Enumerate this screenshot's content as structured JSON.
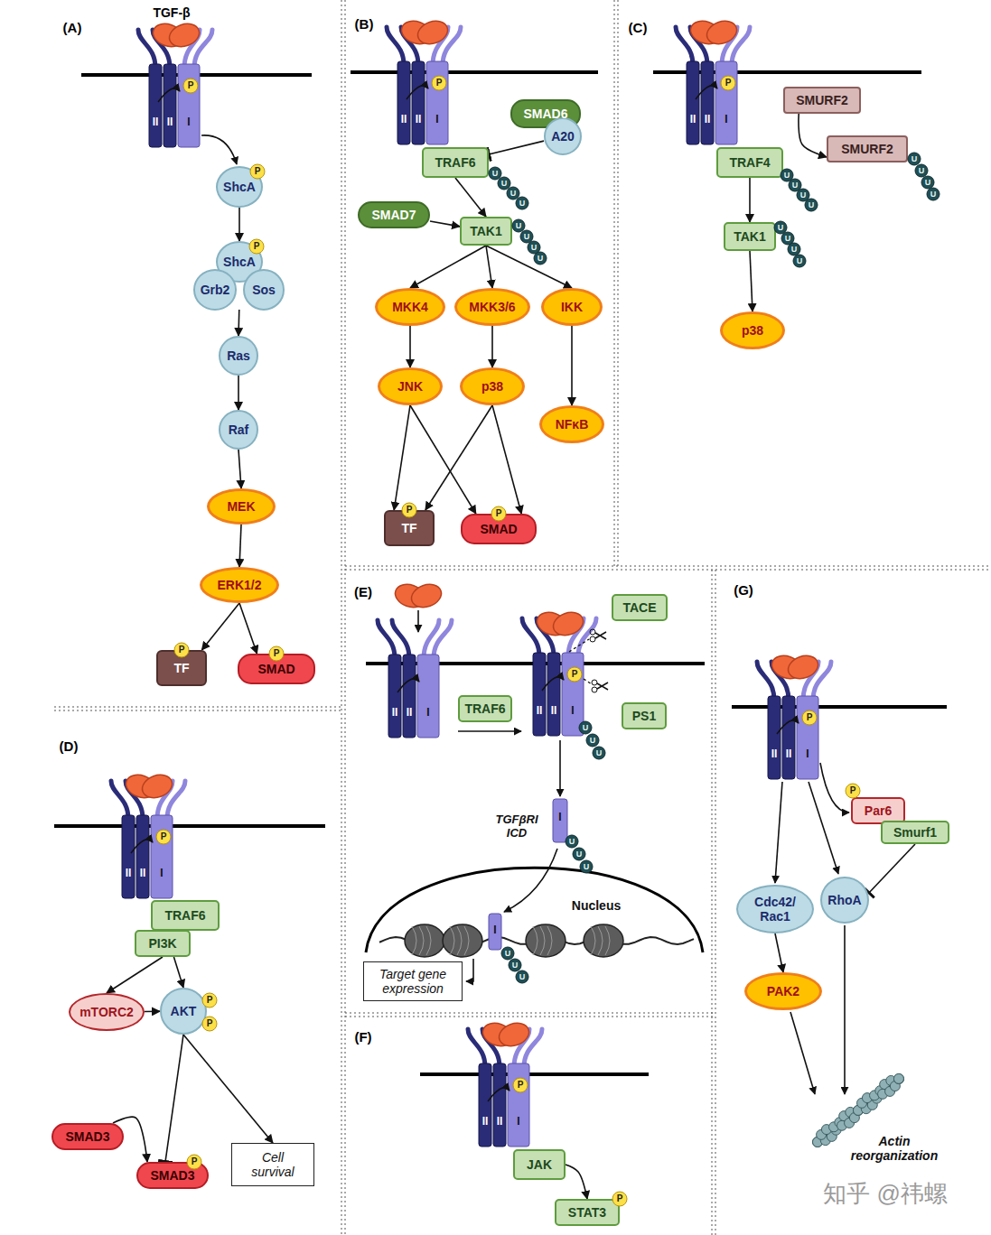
{
  "diagram": {
    "nodes": [
      {
        "text": [
          "ShcA"
        ]
      },
      {
        "text": [
          "ShcA"
        ]
      },
      {
        "text": [
          "Grb2"
        ]
      },
      {
        "text": [
          "Sos"
        ]
      },
      {
        "text": [
          "Ras"
        ]
      },
      {
        "text": [
          "Raf"
        ]
      },
      {
        "text": [
          "MEK"
        ]
      },
      {
        "text": [
          "ERK1/2"
        ]
      },
      {
        "text": [
          "TF"
        ]
      },
      {
        "text": [
          "SMAD"
        ]
      },
      {
        "text": [
          "SMAD6"
        ]
      },
      {
        "text": [
          "A20"
        ]
      },
      {
        "text": [
          "TRAF6"
        ]
      },
      {
        "text": [
          "SMAD7"
        ]
      },
      {
        "text": [
          "TAK1"
        ]
      },
      {
        "text": [
          "MKK4"
        ]
      },
      {
        "text": [
          "MKK3/6"
        ]
      },
      {
        "text": [
          "IKK"
        ]
      },
      {
        "text": [
          "JNK"
        ]
      },
      {
        "text": [
          "p38"
        ]
      },
      {
        "text": [
          "NFκB"
        ]
      },
      {
        "text": [
          "TF"
        ]
      },
      {
        "text": [
          "SMAD"
        ]
      },
      {
        "text": [
          "SMURF2"
        ]
      },
      {
        "text": [
          "SMURF2"
        ]
      },
      {
        "text": [
          "TRAF4"
        ]
      },
      {
        "text": [
          "TAK1"
        ]
      },
      {
        "text": [
          "p38"
        ]
      },
      {
        "text": [
          "TRAF6"
        ]
      },
      {
        "text": [
          "PI3K"
        ]
      },
      {
        "text": [
          "mTORC2"
        ]
      },
      {
        "text": [
          "AKT"
        ]
      },
      {
        "text": [
          "SMAD3"
        ]
      },
      {
        "text": [
          "SMAD3"
        ]
      },
      {
        "text": [
          "Cell survival"
        ]
      },
      {
        "text": [
          "TRAF6"
        ]
      },
      {
        "text": [
          "TACE"
        ]
      },
      {
        "text": [
          "PS1"
        ]
      },
      {
        "text": [
          "Target gene expression"
        ]
      },
      {
        "text": [
          "JAK"
        ]
      },
      {
        "text": [
          "STAT3"
        ]
      },
      {
        "text": [
          "Par6"
        ]
      },
      {
        "text": [
          "Smurf1"
        ]
      },
      {
        "text": [
          "Cdc42/ Rac1"
        ]
      },
      {
        "text": [
          "RhoA"
        ]
      },
      {
        "text": [
          "PAK2"
        ]
      }
    ],
    "edges": [
      {
        "from": 0,
        "to": 1,
        "arrow": "to"
      },
      {
        "from": 2,
        "to": 4,
        "arrow": "to"
      },
      {
        "from": 4,
        "to": 5,
        "arrow": "to"
      },
      {
        "from": 5,
        "to": 6,
        "arrow": "to"
      },
      {
        "from": 6,
        "to": 7,
        "arrow": "to"
      },
      {
        "from": 7,
        "to": 8,
        "arrow": "to"
      },
      {
        "from": 7,
        "to": 9,
        "arrow": "to"
      },
      {
        "from": 11,
        "to": 12,
        "arrow": "to"
      },
      {
        "from": 12,
        "to": 14,
        "arrow": "to"
      },
      {
        "from": 13,
        "to": 14,
        "arrow": "to"
      },
      {
        "from": 14,
        "to": 15,
        "arrow": "to"
      },
      {
        "from": 14,
        "to": 16,
        "arrow": "to"
      },
      {
        "from": 14,
        "to": 17,
        "arrow": "to"
      },
      {
        "from": 15,
        "to": 18,
        "arrow": "to"
      },
      {
        "from": 16,
        "to": 19,
        "arrow": "to"
      },
      {
        "from": 17,
        "to": 20,
        "arrow": "to"
      },
      {
        "from": 18,
        "to": 21,
        "arrow": "to"
      },
      {
        "from": 18,
        "to": 22,
        "arrow": "to"
      },
      {
        "from": 19,
        "to": 21,
        "arrow": "to"
      },
      {
        "from": 19,
        "to": 22,
        "arrow": "to"
      },
      {
        "from": 23,
        "to": 24,
        "arrow": "to"
      },
      {
        "from": 25,
        "to": 26,
        "arrow": "to"
      },
      {
        "from": 26,
        "to": 27,
        "arrow": "to"
      },
      {
        "from": 29,
        "to": 30,
        "arrow": "to"
      },
      {
        "from": 30,
        "to": 31,
        "arrow": "to"
      },
      {
        "from": 29,
        "to": 31,
        "arrow": "to"
      },
      {
        "from": 31,
        "to": 33,
        "arrow": "to"
      },
      {
        "from": 31,
        "to": 34,
        "arrow": "to"
      },
      {
        "from": 32,
        "to": 33,
        "arrow": "to"
      },
      {
        "from": 39,
        "to": 40,
        "arrow": "to"
      },
      {
        "from": 42,
        "to": 44,
        "arrow": "to"
      },
      {
        "from": 43,
        "to": 45,
        "arrow": "to"
      }
    ],
    "labels": [
      "(A)",
      "TGF-β",
      "II",
      "II",
      "I",
      "P",
      "P",
      "P",
      "P",
      "P",
      "(B)",
      "II",
      "II",
      "I",
      "P",
      "U",
      "U",
      "U",
      "U",
      "U",
      "U",
      "U",
      "U",
      "P",
      "P",
      "(C)",
      "II",
      "II",
      "I",
      "P",
      "U",
      "U",
      "U",
      "U",
      "U",
      "U",
      "U",
      "U",
      "U",
      "U",
      "U",
      "U",
      "(D)",
      "II",
      "II",
      "I",
      "P",
      "P",
      "P",
      "P",
      "(E)",
      "II",
      "II",
      "I",
      "II",
      "II",
      "I",
      "P",
      "U",
      "U",
      "U",
      "TGFβRI ICD",
      "I",
      "U",
      "U",
      "U",
      "Nucleus",
      "I",
      "U",
      "U",
      "U",
      "(F)",
      "II",
      "II",
      "I",
      "P",
      "P",
      "(G)",
      "II",
      "II",
      "I",
      "P",
      "P",
      "Actin reorganization",
      "知乎 @祎螺"
    ]
  }
}
